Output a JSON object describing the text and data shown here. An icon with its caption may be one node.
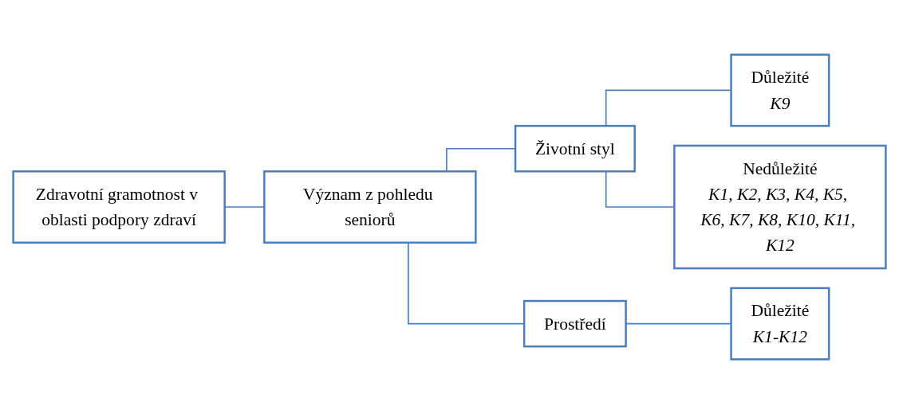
{
  "diagram": {
    "nodes": [
      {
        "text": [
          "Zdravotní gramotnost v oblasti podpory zdraví"
        ]
      },
      {
        "text": [
          "Význam z pohledu seniorů"
        ]
      },
      {
        "text": [
          "Životní styl"
        ]
      },
      {
        "text": [
          "Prostředí"
        ]
      },
      {
        "text": [
          "Důležité",
          "K9"
        ]
      },
      {
        "text": [
          "Nedůležité",
          "K1, K2, K3, K4, K5, K6, K7, K8, K10, K11, K12"
        ]
      },
      {
        "text": [
          "Důležité",
          "K1-K12"
        ]
      }
    ],
    "edges": [
      {
        "from": 0,
        "to": 1,
        "arrow": "none"
      },
      {
        "from": 1,
        "to": 2,
        "arrow": "none"
      },
      {
        "from": 1,
        "to": 3,
        "arrow": "none"
      },
      {
        "from": 2,
        "to": 4,
        "arrow": "none"
      },
      {
        "from": 2,
        "to": 5,
        "arrow": "none"
      },
      {
        "from": 3,
        "to": 6,
        "arrow": "none"
      }
    ]
  }
}
